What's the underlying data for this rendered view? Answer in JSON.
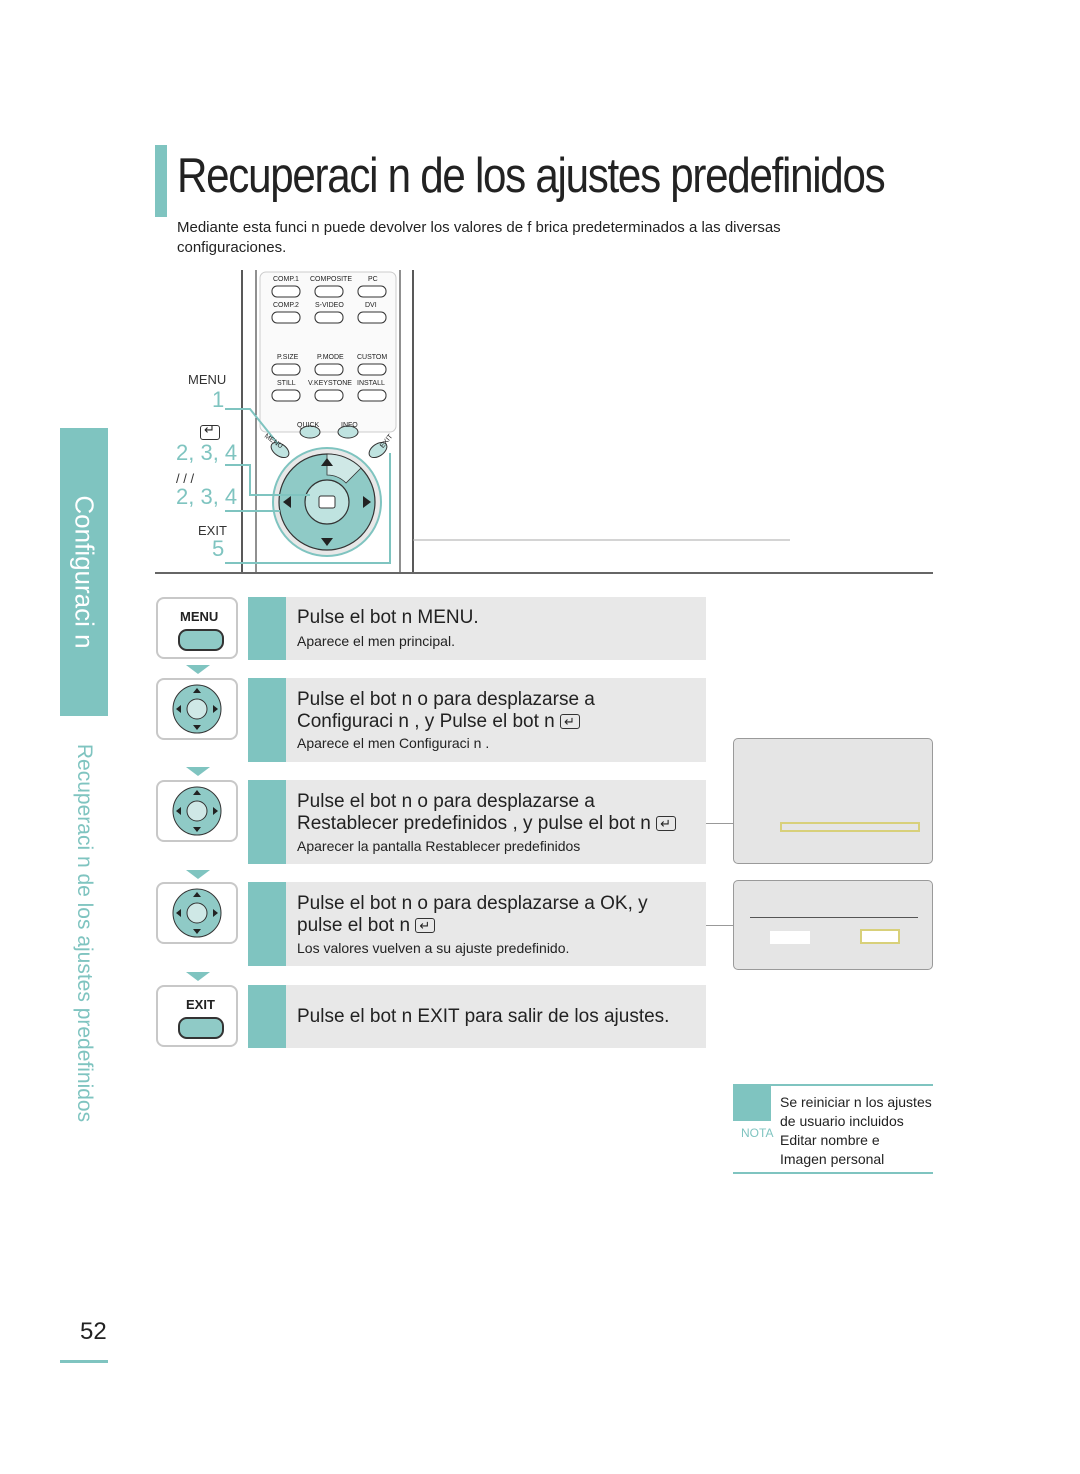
{
  "title": "Recuperaci n de los ajustes predefinidos",
  "intro": "Mediante esta funci n puede devolver los valores de f brica predeterminados a las diversas configuraciones.",
  "side": {
    "tab": "Configuraci n",
    "subtitle": "Recuperaci n de los ajustes predefinidos"
  },
  "remote": {
    "menu_label": "MENU",
    "menu_num": "1",
    "enter_num": "2, 3, 4",
    "arrows_label": "/ / /",
    "arrows_num": "2, 3, 4",
    "exit_label": "EXIT",
    "exit_num": "5",
    "keys": {
      "comp1": "COMP.1",
      "composite": "COMPOSITE",
      "pc": "PC",
      "comp2": "COMP.2",
      "svideo": "S-VIDEO",
      "dvi": "DVI",
      "psize": "P.SIZE",
      "pmode": "P.MODE",
      "custom": "CUSTOM",
      "still": "STILL",
      "vkeystone": "V.KEYSTONE",
      "install": "INSTALL",
      "quick": "QUICK",
      "info": "INFO",
      "menu": "MENU",
      "exit": "EXIT"
    }
  },
  "steps": [
    {
      "icon_label": "MENU",
      "main1": "Pulse el bot n  MENU.",
      "sub": "Aparece el men  principal."
    },
    {
      "main1": "Pulse el bot n      o     para desplazarse a",
      "main2": "Configuraci n    , y Pulse el bot n",
      "sub": "Aparece el men  Configuraci n ."
    },
    {
      "main1": "Pulse el bot n      o     para desplazarse a",
      "main2": "Restablecer predefinidos    , y pulse el bot n",
      "sub": "Aparecer  la pantalla  Restablecer predefinidos"
    },
    {
      "main1": "Pulse el bot n      o     para desplazarse a OK, y",
      "main2": "pulse el bot n",
      "sub": "Los valores vuelven a su ajuste predefinido."
    },
    {
      "icon_label": "EXIT",
      "main1": "Pulse el bot n  EXIT para salir de los ajustes."
    }
  ],
  "note": {
    "label": "NOTA",
    "lines": [
      "Se reiniciar n los ajustes",
      "de usuario incluidos",
      "Editar nombre e",
      "Imagen personal"
    ]
  },
  "page_number": "52"
}
